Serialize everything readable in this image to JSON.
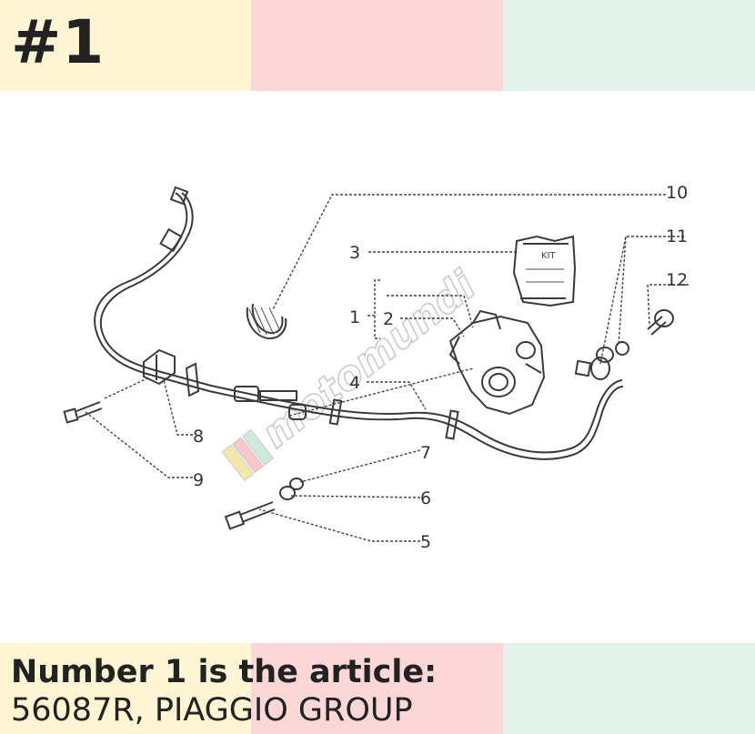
{
  "header": {
    "item_number": "#1"
  },
  "footer": {
    "line1": "Number 1 is the article:",
    "line2": "56087R, PIAGGIO GROUP"
  },
  "diagram": {
    "callouts": [
      "1",
      "2",
      "3",
      "4",
      "5",
      "6",
      "7",
      "8",
      "9",
      "10",
      "11",
      "12"
    ],
    "kit_label": "KIT",
    "watermark": "motomundi"
  },
  "colors": {
    "band_yellow": "#fdf5d3",
    "band_pink": "#fbd7d7",
    "band_mint": "#e2f3ec",
    "text": "#222222"
  }
}
